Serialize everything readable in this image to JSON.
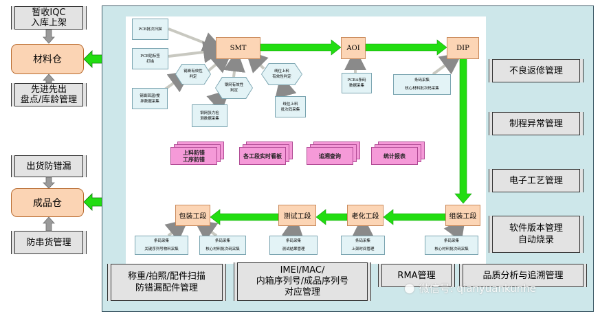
{
  "left_column": {
    "iqc_receiving": "暂收IQC\n入库上架",
    "material_warehouse": "材料仓",
    "fifo_inventory": "先进先出\n盘点/库龄管理",
    "shipping_error_proof": "出货防错漏",
    "finished_goods_warehouse": "成品仓",
    "anti_cross_shipment": "防串货管理"
  },
  "right_column": {
    "repair": "不良返修管理",
    "process_exception": "制程异常管理",
    "e_process": "电子工艺管理",
    "software_version": "软件版本管理\n自动烧录"
  },
  "bottom_row": {
    "weigh_photo_scan": "称重/拍照/配件扫描\n防错漏配件管理",
    "imei_mapping": "IMEI/MAC/\n内箱序列号/成品序列号\n对应管理",
    "rma": "RMA管理",
    "quality_analysis": "品质分析与追溯管理"
  },
  "process_nodes": {
    "smt": "SMT",
    "aoi": "AOI",
    "dip": "DIP",
    "assembly": "组装工段",
    "aging": "老化工段",
    "testing": "测试工段",
    "packing": "包装工段"
  },
  "smt_inputs": {
    "pcb_batch_scan": "PCB批次扫描",
    "pcb_label_print": "PCB贴标签\n打描",
    "solder_temp_record": "锡膏回温/搅\n拌数据采集",
    "solder_validity": "锡膏有效性\n判定",
    "stencil_validity": "钢网有效性\n判定",
    "feeder_validity": "线位上料\n有效性判定",
    "stencil_tension": "钢网张力检\n测数据采集",
    "feeder_batch": "线位上料\n批次码采集"
  },
  "aoi_input": "PCBA条码\n数据采集",
  "dip_input": "条码采集\n\n核心材料批次码采集",
  "bottom_inputs": {
    "packing_a": "条码采集\n\n关键序列号物料采集",
    "packing_b": "条码采集\n\n核心材料批次码采集",
    "testing": "条码采集\n\n测试结果管理",
    "aging": "条码采集\n\n上架时间管理",
    "assembly": "条码采集\n\n核心材料批次码采集"
  },
  "pink_docs": {
    "feeding_error_proof": "上料防错\n工序防错",
    "kanban": "各工段实时看板",
    "trace_query": "追溯查询",
    "statistics": "统计报表"
  },
  "watermark": "微信号: qianyuankunhe",
  "colors": {
    "frame_bg": "#cde7ea",
    "node_fill": "#fcd5b5",
    "flow_arrow": "#22dd11",
    "doc_pink": "#f59ad8",
    "gray_box": "#e3e3e3"
  }
}
